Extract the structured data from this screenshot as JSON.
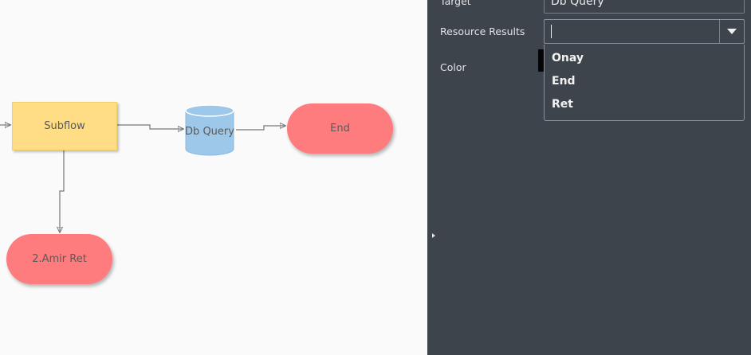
{
  "canvas": {
    "nodes": {
      "subflow": "Subflow",
      "db_query": "Db Query",
      "end": "End",
      "ret": "2.Amir Ret"
    },
    "colors": {
      "process_fill": "#fedd85",
      "db_fill": "#9ec8ea",
      "terminator_fill": "#fe7b7e",
      "edge": "#777777"
    }
  },
  "panel": {
    "target_label": "Target",
    "target_value": "Db Query",
    "resource_results_label": "Resource Results",
    "resource_results_value": "",
    "color_label": "Color",
    "color_value": "#050505",
    "dropdown_options": [
      "Onay",
      "End",
      "Ret"
    ],
    "icons": {
      "dropdown": "chevron-down-icon",
      "expand": "caret-right-icon"
    }
  }
}
